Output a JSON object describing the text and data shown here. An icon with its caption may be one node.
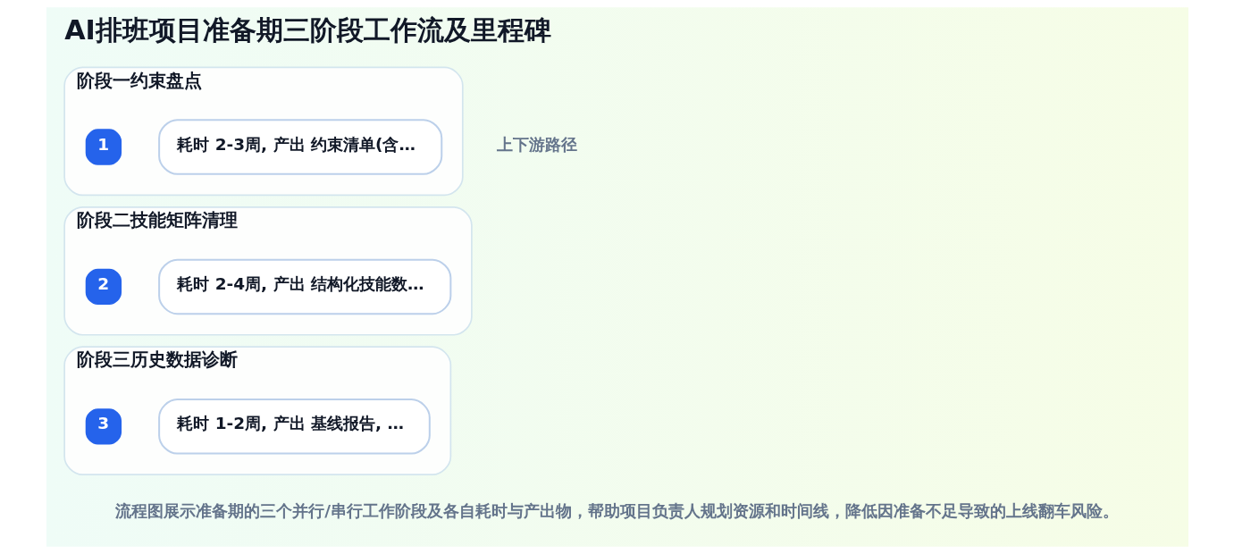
{
  "diagram": {
    "title": "AI排班项目准备期三阶段工作流及里程碑",
    "caption": "流程图展示准备期的三个并行/串行工作阶段及各自耗时与产出物，帮助项目负责人规划资源和时间线，降低因准备不足导致的上线翻车风险。",
    "nodes": [
      {
        "text": [
          "阶段一约束盘点"
        ]
      },
      {
        "text": [
          "1"
        ],
        "in": 0
      },
      {
        "text": [
          "耗时 2-3周, 产出 约束清单(含…"
        ],
        "in": 0
      },
      {
        "text": [
          "阶段二技能矩阵清理"
        ]
      },
      {
        "text": [
          "2"
        ],
        "in": 3
      },
      {
        "text": [
          "耗时 2-4周, 产出 结构化技能数…"
        ],
        "in": 3
      },
      {
        "text": [
          "阶段三历史数据诊断"
        ]
      },
      {
        "text": [
          "3"
        ],
        "in": 6
      },
      {
        "text": [
          "耗时 1-2周, 产出 基线报告, …"
        ],
        "in": 6
      }
    ],
    "labels": [
      "上下游路径"
    ]
  }
}
